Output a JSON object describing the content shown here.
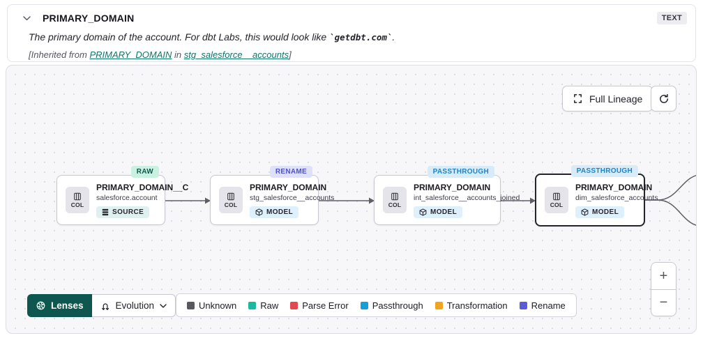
{
  "header": {
    "title": "PRIMARY_DOMAIN",
    "type_badge": "TEXT",
    "description_prefix": "The primary domain of the account. For dbt Labs, this would look like ",
    "description_code": "`getdbt.com`",
    "description_suffix": ".",
    "inherited": {
      "prefix": "[Inherited from ",
      "column_link": "PRIMARY_DOMAIN",
      "middle": " in ",
      "model_link": "stg_salesforce__accounts",
      "suffix": "]"
    }
  },
  "toolbar": {
    "full_lineage_label": "Full Lineage"
  },
  "nodes": [
    {
      "badge": "RAW",
      "badge_bg": "#c8f1e2",
      "badge_fg": "#11564a",
      "title": "PRIMARY_DOMAIN__C",
      "subtitle": "salesforce.account",
      "col_label": "COL",
      "resource": "SOURCE",
      "resource_bg": "#def1ef",
      "selected": false
    },
    {
      "badge": "RENAME",
      "badge_bg": "#dfe0fb",
      "badge_fg": "#4c51c9",
      "title": "PRIMARY_DOMAIN",
      "subtitle": "stg_salesforce__accounts",
      "col_label": "COL",
      "resource": "MODEL",
      "resource_bg": "#def0fb",
      "selected": false
    },
    {
      "badge": "PASSTHROUGH",
      "badge_bg": "#d7ebf9",
      "badge_fg": "#1d85c6",
      "title": "PRIMARY_DOMAIN",
      "subtitle": "int_salesforce__accounts_joined",
      "col_label": "COL",
      "resource": "MODEL",
      "resource_bg": "#def0fb",
      "selected": false
    },
    {
      "badge": "PASSTHROUGH",
      "badge_bg": "#d7ebf9",
      "badge_fg": "#1d85c6",
      "title": "PRIMARY_DOMAIN",
      "subtitle": "dim_salesforce_accounts",
      "col_label": "COL",
      "resource": "MODEL",
      "resource_bg": "#def0fb",
      "selected": true
    }
  ],
  "lenses": {
    "button_label": "Lenses",
    "selected_lens": "Evolution"
  },
  "legend": [
    {
      "label": "Unknown",
      "color": "#58585f"
    },
    {
      "label": "Raw",
      "color": "#1cb9a1"
    },
    {
      "label": "Parse Error",
      "color": "#e2484f"
    },
    {
      "label": "Passthrough",
      "color": "#149fd9"
    },
    {
      "label": "Transformation",
      "color": "#f2a41f"
    },
    {
      "label": "Rename",
      "color": "#5a5bd7"
    }
  ],
  "zoom_controls": {
    "zoom_in": "+",
    "zoom_out": "−"
  },
  "colors": {
    "accent_teal": "#0e574f",
    "link_teal": "#0e756a",
    "edge_gray": "#5e5e66",
    "canvas_bg": "#f7f7f9",
    "selected_node_border": "#23252d"
  }
}
